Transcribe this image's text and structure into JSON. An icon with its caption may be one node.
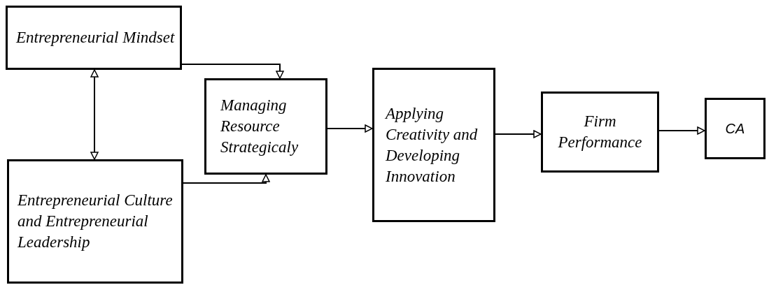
{
  "diagram": {
    "nodes": [
      {
        "text": [
          "Entrepreneurial Mindset"
        ]
      },
      {
        "text": [
          "Entrepreneurial Culture and Entrepreneurial Leadership"
        ]
      },
      {
        "text": [
          "Managing Resource Strategicaly"
        ]
      },
      {
        "text": [
          "Applying Creativity and Developing Innovation"
        ]
      },
      {
        "text": [
          "Firm Performance"
        ]
      },
      {
        "text": [
          "CA"
        ]
      }
    ],
    "edges": [
      {
        "from": 0,
        "to": 2,
        "arrow": "to"
      },
      {
        "from": 0,
        "to": 1,
        "arrow": "both"
      },
      {
        "from": 1,
        "to": 2,
        "arrow": "to"
      },
      {
        "from": 2,
        "to": 3,
        "arrow": "to"
      },
      {
        "from": 3,
        "to": 4,
        "arrow": "to"
      },
      {
        "from": 4,
        "to": 5,
        "arrow": "to"
      }
    ]
  }
}
